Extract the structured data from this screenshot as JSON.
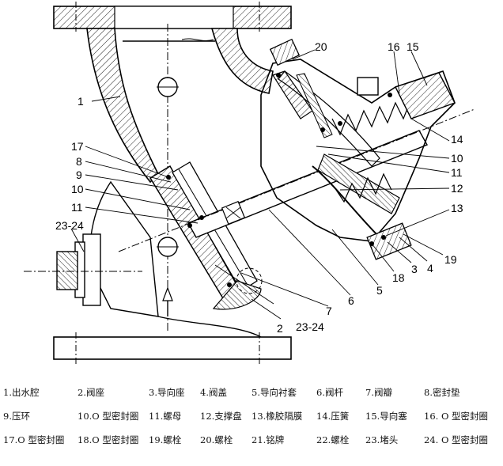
{
  "callouts": {
    "c1": "1",
    "c2": "2",
    "c3": "3",
    "c4": "4",
    "c5": "5",
    "c6": "6",
    "c7": "7",
    "c8": "8",
    "c9": "9",
    "c10a": "10",
    "c10b": "10",
    "c11a": "11",
    "c11b": "11",
    "c12": "12",
    "c13": "13",
    "c14": "14",
    "c15": "15",
    "c16": "16",
    "c17": "17",
    "c18": "18",
    "c19": "19",
    "c20": "20",
    "c2324a": "23-24",
    "c2324b": "23-24"
  },
  "legend": {
    "rows": [
      [
        "1.出水腔",
        "2.阀座",
        "3.导向座",
        "4.阀盖",
        "5.导向衬套",
        "6.阀杆",
        "7.阀瓣",
        "8.密封垫"
      ],
      [
        "9.压环",
        "10.O 型密封圈",
        "11.螺母",
        "12.支撑盘",
        "13.橡胶隔膜",
        "14.压簧",
        "15.导向塞",
        "16. O 型密封圈"
      ],
      [
        "17.O 型密封圈",
        "18.O 型密封圈",
        "19.螺栓",
        "20.螺栓",
        "21.铭牌",
        "22.螺栓",
        "23.堵头",
        "24. O 型密封圈"
      ]
    ]
  }
}
